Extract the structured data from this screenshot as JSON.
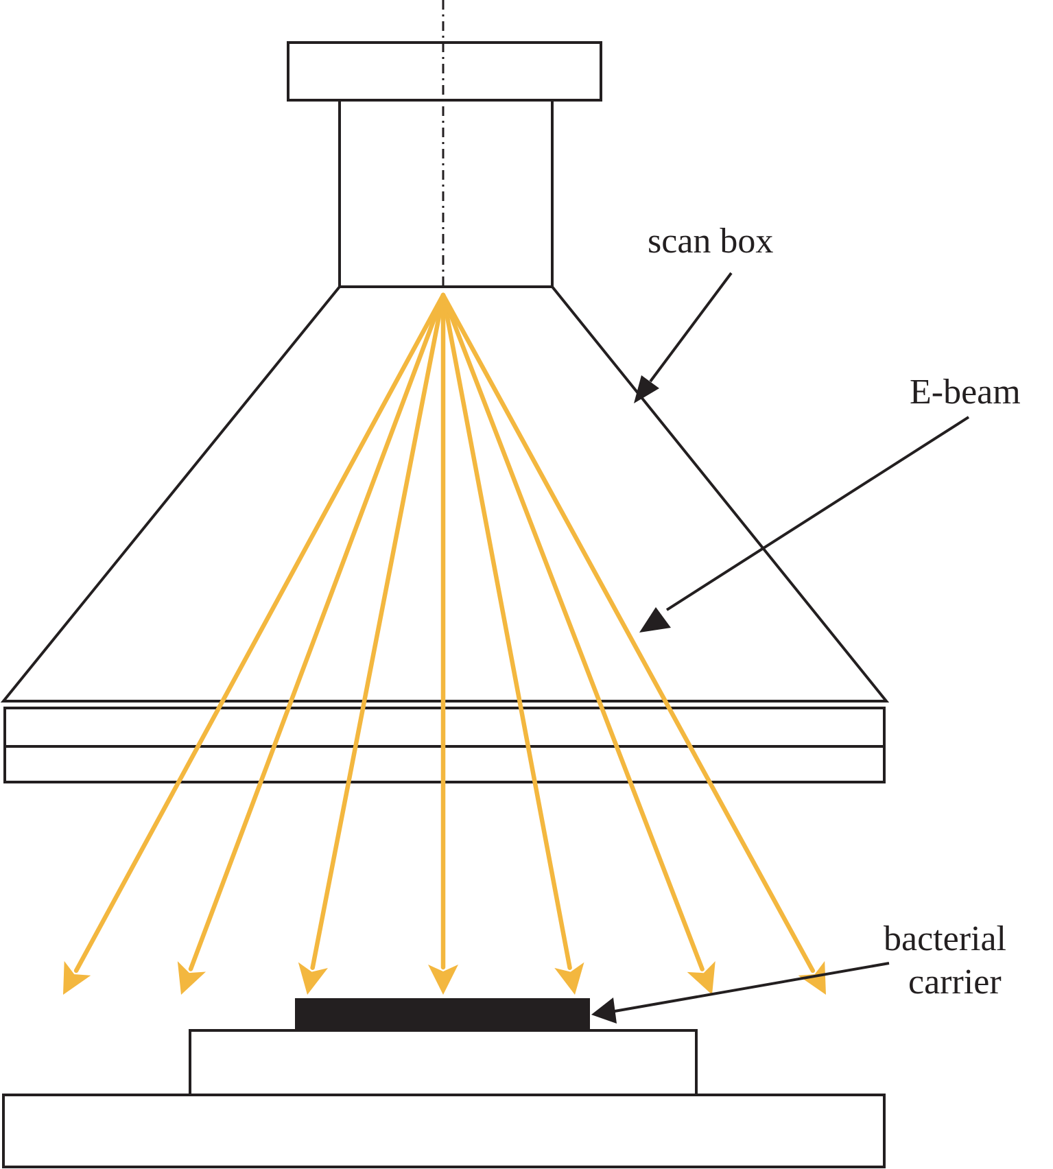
{
  "labels": {
    "scan_box": "scan box",
    "e_beam": "E-beam",
    "bacterial_carrier_line1": "bacterial",
    "bacterial_carrier_line2": "carrier"
  },
  "colors": {
    "beam": "#f3b73f",
    "outline": "#231f20",
    "carrier": "#231f20",
    "background": "#ffffff"
  },
  "beams": {
    "count": 7
  }
}
